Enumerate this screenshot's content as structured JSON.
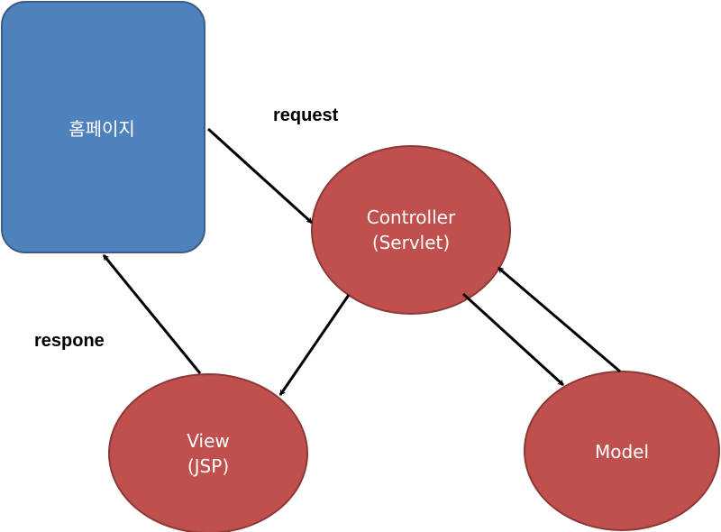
{
  "colors": {
    "homepage_fill": "#4F81BD",
    "homepage_stroke": "#385D8A",
    "node_fill": "#C0504D",
    "node_stroke": "#8C3836",
    "arrow": "#000000"
  },
  "nodes": {
    "homepage": {
      "label": "홈페이지"
    },
    "controller": {
      "line1": "Controller",
      "line2": "(Servlet)"
    },
    "view": {
      "line1": "View",
      "line2": "(JSP)"
    },
    "model": {
      "label": "Model"
    }
  },
  "edges": {
    "request": {
      "label": "request"
    },
    "response": {
      "label": "respone"
    }
  }
}
